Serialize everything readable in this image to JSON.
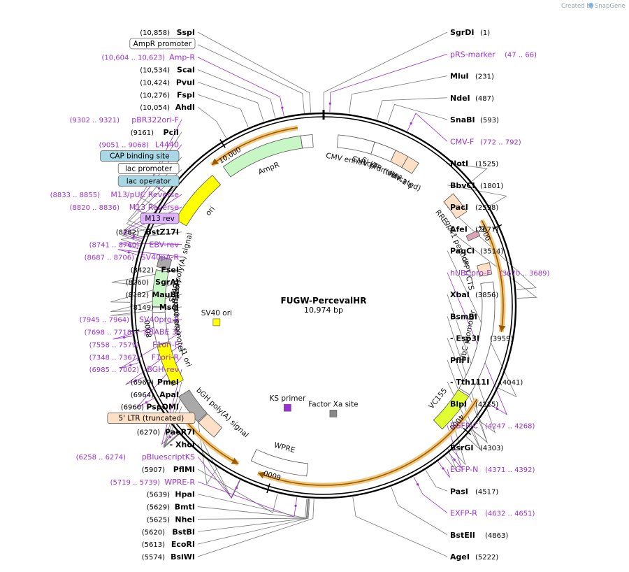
{
  "header": {
    "credit_prefix": "Created by",
    "credit_brand": "SnapGene"
  },
  "plasmid": {
    "name": "FUGW-PercevalHR",
    "length_label": "10,974 bp",
    "length": 10974
  },
  "ticks": [
    {
      "bp": 0
    },
    {
      "bp": 2000,
      "label": "2000"
    },
    {
      "bp": 4000,
      "label": "4000"
    },
    {
      "bp": 6000,
      "label": "6000"
    },
    {
      "bp": 8000,
      "label": "8000"
    },
    {
      "bp": 10000,
      "label": "10,000"
    }
  ],
  "annotations": [
    {
      "id": "ampr-promoter",
      "kind": "box",
      "name": "AmpR promoter",
      "pos": "",
      "site": 10800
    },
    {
      "id": "sspi",
      "kind": "enzyme",
      "name": "SspI",
      "pos": "(10,858)",
      "site": 10858
    },
    {
      "id": "sgrdi",
      "kind": "enzyme",
      "name": "SgrDI",
      "pos": "(1)",
      "site": 1
    },
    {
      "id": "prs-marker",
      "kind": "primer",
      "name": "pRS-marker",
      "pos": "(47 .. 66)",
      "site": 56
    },
    {
      "id": "amp-r-primer",
      "kind": "primer",
      "name": "Amp-R",
      "pos": "(10,604 .. 10,623)",
      "site": 10614
    },
    {
      "id": "mlui",
      "kind": "enzyme",
      "name": "MluI",
      "pos": "(231)",
      "site": 231
    },
    {
      "id": "ndei",
      "kind": "enzyme",
      "name": "NdeI",
      "pos": "(487)",
      "site": 487
    },
    {
      "id": "scai",
      "kind": "enzyme",
      "name": "ScaI",
      "pos": "(10,534)",
      "site": 10534
    },
    {
      "id": "pvui",
      "kind": "enzyme",
      "name": "PvuI",
      "pos": "(10,424)",
      "site": 10424
    },
    {
      "id": "snabi",
      "kind": "enzyme",
      "name": "SnaBI",
      "pos": "(593)",
      "site": 593
    },
    {
      "id": "fspi",
      "kind": "enzyme",
      "name": "FspI",
      "pos": "(10,276)",
      "site": 10276
    },
    {
      "id": "cmv-f",
      "kind": "primer",
      "name": "CMV-F",
      "pos": "(772 .. 792)",
      "site": 782
    },
    {
      "id": "ahdi",
      "kind": "enzyme",
      "name": "AhdI",
      "pos": "(10,054)",
      "site": 10054
    },
    {
      "id": "noti",
      "kind": "enzyme",
      "name": "NotI",
      "pos": "(1525)",
      "site": 1525
    },
    {
      "id": "pbr322ori-f",
      "kind": "primer",
      "name": "pBR322ori-F",
      "pos": "(9302 .. 9321)",
      "site": 9311
    },
    {
      "id": "pcii",
      "kind": "enzyme",
      "name": "PciI",
      "pos": "(9161)",
      "site": 9161
    },
    {
      "id": "bbvci",
      "kind": "enzyme",
      "name": "BbvCI",
      "pos": "(1801)",
      "site": 1801
    },
    {
      "id": "l4440",
      "kind": "primer",
      "name": "L4440",
      "pos": "(9051 .. 9068)",
      "site": 9059
    },
    {
      "id": "cap-site",
      "kind": "box",
      "name": "CAP binding site",
      "pos": "",
      "site": 8950
    },
    {
      "id": "lac-promoter",
      "kind": "box",
      "name": "lac promoter",
      "pos": "",
      "site": 8920
    },
    {
      "id": "m13-puc-rev",
      "kind": "primer",
      "name": "M13/pUC Reverse",
      "pos": "(8833 .. 8855)",
      "site": 8844
    },
    {
      "id": "lac-operator",
      "kind": "box",
      "name": "lac operator",
      "pos": "",
      "site": 8860
    },
    {
      "id": "m13-reverse",
      "kind": "primer",
      "name": "M13 Reverse",
      "pos": "(8820 .. 8836)",
      "site": 8828
    },
    {
      "id": "m13-rev",
      "kind": "box",
      "name": "M13 rev",
      "pos": "",
      "site": 8815
    },
    {
      "id": "bstz17i",
      "kind": "enzyme",
      "name": "BstZ17I",
      "pos": "(8782)",
      "site": 8782
    },
    {
      "id": "ebv-rev",
      "kind": "primer",
      "name": "EBV-rev",
      "pos": "(8741 .. 8760)",
      "site": 8750
    },
    {
      "id": "sv40pa-r",
      "kind": "primer",
      "name": "SV40pA-R",
      "pos": "(8687 .. 8706)",
      "site": 8696
    },
    {
      "id": "paci",
      "kind": "enzyme",
      "name": "PacI",
      "pos": "(2598)",
      "site": 2598
    },
    {
      "id": "afei",
      "kind": "enzyme",
      "name": "AfeI",
      "pos": "(2677)",
      "site": 2677
    },
    {
      "id": "fsei",
      "kind": "enzyme",
      "name": "FseI",
      "pos": "(8422)",
      "site": 8422
    },
    {
      "id": "sgrai",
      "kind": "enzyme",
      "name": "SgrAI",
      "pos": "(8260)",
      "site": 8260
    },
    {
      "id": "maubi",
      "kind": "enzyme",
      "name": "MauBI",
      "pos": "(8182)",
      "site": 8182
    },
    {
      "id": "msci",
      "kind": "enzyme",
      "name": "MscI",
      "pos": "(8149)",
      "site": 8149
    },
    {
      "id": "sv40pro-f",
      "kind": "primer",
      "name": "SV40pro-F",
      "pos": "(7945 .. 7964)",
      "site": 7954
    },
    {
      "id": "pbabe3",
      "kind": "primer",
      "name": "pBABE 3'",
      "pos": "(7698 .. 7718)",
      "site": 7708
    },
    {
      "id": "f1ori-f",
      "kind": "primer",
      "name": "F1ori-F",
      "pos": "(7558 .. 7579)",
      "site": 7568
    },
    {
      "id": "paqci",
      "kind": "enzyme",
      "name": "PaqCI",
      "pos": "(3514)",
      "site": 3514
    },
    {
      "id": "hubcpro-f",
      "kind": "primer",
      "name": "hUBCpro-F",
      "pos": "(3670 .. 3689)",
      "site": 3680
    },
    {
      "id": "f1ori-r",
      "kind": "primer",
      "name": "F1ori-R",
      "pos": "(7348 .. 7367)",
      "site": 7357
    },
    {
      "id": "xbai",
      "kind": "enzyme",
      "name": "XbaI",
      "pos": "(3856)",
      "site": 3856
    },
    {
      "id": "bsmbi",
      "kind": "enzyme",
      "name": "BsmBI",
      "pos": "",
      "site": 3959
    },
    {
      "id": "esp3i",
      "kind": "enzyme",
      "name": "- Esp3I",
      "pos": "(3959)",
      "site": 3959
    },
    {
      "id": "bgh-rev",
      "kind": "primer",
      "name": "BGH-rev",
      "pos": "(6985 .. 7002)",
      "site": 6993
    },
    {
      "id": "pflfi",
      "kind": "enzyme",
      "name": "PflFI",
      "pos": "",
      "site": 4041
    },
    {
      "id": "tth111i",
      "kind": "enzyme",
      "name": "- Tth111I",
      "pos": "(4041)",
      "site": 4041
    },
    {
      "id": "pmei",
      "kind": "enzyme",
      "name": "PmeI",
      "pos": "(6969)",
      "site": 6969
    },
    {
      "id": "blpi",
      "kind": "enzyme",
      "name": "BlpI",
      "pos": "(4215)",
      "site": 4215
    },
    {
      "id": "apai",
      "kind": "enzyme",
      "name": "ApaI",
      "pos": "(6964)",
      "site": 6964
    },
    {
      "id": "egfp-c",
      "kind": "primer",
      "name": "EGFP-C",
      "pos": "(4247 .. 4268)",
      "site": 4257
    },
    {
      "id": "pspomi",
      "kind": "enzyme",
      "name": "PspOMI",
      "pos": "(6960)",
      "site": 6960
    },
    {
      "id": "ltr-trunc-box",
      "kind": "box",
      "name": "5' LTR (truncated)",
      "pos": "",
      "site": 6500
    },
    {
      "id": "bsrgi",
      "kind": "enzyme",
      "name": "BsrGI",
      "pos": "(4303)",
      "site": 4303
    },
    {
      "id": "pbluescriptks",
      "kind": "primer",
      "name": "pBluescriptKS",
      "pos": "(6258 .. 6274)",
      "site": 6266
    },
    {
      "id": "egfp-n",
      "kind": "primer",
      "name": "EGFP-N",
      "pos": "(4371 .. 4392)",
      "site": 4381
    },
    {
      "id": "paer7i",
      "kind": "enzyme",
      "name": "PaeR7I",
      "pos": "(6270)",
      "site": 6270
    },
    {
      "id": "xhoi",
      "kind": "enzyme",
      "name": "- XhoI",
      "pos": "",
      "site": 6270
    },
    {
      "id": "pasi",
      "kind": "enzyme",
      "name": "PasI",
      "pos": "(4517)",
      "site": 4517
    },
    {
      "id": "pflmi",
      "kind": "enzyme",
      "name": "PflMI",
      "pos": "(5907)",
      "site": 5907
    },
    {
      "id": "egfp-r",
      "kind": "primer",
      "name": "EXFP-R",
      "pos": "(4632 .. 4651)",
      "site": 4641
    },
    {
      "id": "wpre-r",
      "kind": "primer",
      "name": "WPRE-R",
      "pos": "(5719 .. 5739)",
      "site": 5729
    },
    {
      "id": "bsteii",
      "kind": "enzyme",
      "name": "BstEII",
      "pos": "(4863)",
      "site": 4863
    },
    {
      "id": "hpai",
      "kind": "enzyme",
      "name": "HpaI",
      "pos": "(5639)",
      "site": 5639
    },
    {
      "id": "bmti",
      "kind": "enzyme",
      "name": "BmtI",
      "pos": "(5629)",
      "site": 5629
    },
    {
      "id": "nhei",
      "kind": "enzyme",
      "name": "NheI",
      "pos": "(5625)",
      "site": 5625
    },
    {
      "id": "agei",
      "kind": "enzyme",
      "name": "AgeI",
      "pos": "(5222)",
      "site": 5222
    },
    {
      "id": "bstbi",
      "kind": "enzyme",
      "name": "BstBI",
      "pos": "(5620)",
      "site": 5620
    },
    {
      "id": "ecori",
      "kind": "enzyme",
      "name": "EcoRI",
      "pos": "(5613)",
      "site": 5613
    },
    {
      "id": "bsiwi",
      "kind": "enzyme",
      "name": "BsiWI",
      "pos": "(5574)",
      "site": 5574
    }
  ],
  "features": [
    {
      "id": "cmv-enhancer",
      "label": "CMV enhancer",
      "start": 150,
      "end": 530,
      "color": "#ffffff",
      "dir": 1
    },
    {
      "id": "cmv-promoter",
      "label": "CMV promoter",
      "start": 530,
      "end": 760,
      "color": "#ffffff",
      "dir": 1
    },
    {
      "id": "hiv-psi",
      "label": "HIV-1 ψ",
      "start": 900,
      "end": 1030,
      "color": "#fde0c5",
      "dir": 0
    },
    {
      "id": "ltr-truncated",
      "label": "5' LTR (truncated)",
      "start": 760,
      "end": 900,
      "color": "#fde0c5",
      "dir": 0
    },
    {
      "id": "rre",
      "label": "RRE",
      "start": 1500,
      "end": 1730,
      "color": "#fde0c5",
      "dir": 0
    },
    {
      "id": "gp41",
      "label": "gp41 peptide",
      "start": 1950,
      "end": 2010,
      "color": "#d8a5b5",
      "dir": 1
    },
    {
      "id": "cppt",
      "label": "cPPT/CTS",
      "start": 2300,
      "end": 2420,
      "color": "#fde0c5",
      "dir": 0
    },
    {
      "id": "ubc-promoter",
      "label": "UbC promoter",
      "start": 2500,
      "end": 3700,
      "color": "#ffffff",
      "dir": 1
    },
    {
      "id": "vc155",
      "label": "VC155",
      "start": 3720,
      "end": 4150,
      "color": "#dfff33",
      "dir": 1
    },
    {
      "id": "wpre",
      "label": "WPRE",
      "start": 5660,
      "end": 6250,
      "color": "#ffffff",
      "dir": 1
    },
    {
      "id": "bgh-polya",
      "label": "bGH poly(A) signal",
      "start": 6700,
      "end": 6920,
      "color": "#fde0c5",
      "dir": 0
    },
    {
      "id": "f1-ori-gray",
      "label": "",
      "start": 6930,
      "end": 7250,
      "color": "#a9a9a9",
      "dir": 0
    },
    {
      "id": "f1-ori",
      "label": "f1 ori",
      "start": 7380,
      "end": 7820,
      "color": "#ffff00",
      "dir": -1
    },
    {
      "id": "sv40-promoter",
      "label": "SV40 promoter",
      "start": 7830,
      "end": 8160,
      "color": "#ffffff",
      "dir": -1
    },
    {
      "id": "em7",
      "label": "EM7 promoter",
      "start": 8160,
      "end": 8210,
      "color": "#ffffff",
      "dir": -1
    },
    {
      "id": "bleor",
      "label": "BleoR",
      "start": 8220,
      "end": 8600,
      "color": "#c8f7c5",
      "dir": -1
    },
    {
      "id": "sv40pa",
      "label": "SV40 poly(A) signal",
      "start": 8630,
      "end": 8740,
      "color": "#a9a9a9",
      "dir": 0
    },
    {
      "id": "ori",
      "label": "ori",
      "start": 9150,
      "end": 9740,
      "color": "#ffff00",
      "dir": -1
    },
    {
      "id": "ampr",
      "label": "AmpR",
      "start": 9880,
      "end": 10740,
      "color": "#c8f7c5",
      "dir": -1
    },
    {
      "id": "ampr-prom",
      "label": "",
      "start": 10740,
      "end": 10860,
      "color": "#ffffff",
      "dir": -1
    }
  ],
  "inner_features": [
    {
      "id": "sv40-ori",
      "label": "SV40 ori",
      "start": 7960,
      "end": 8000,
      "color": "#ffff00"
    },
    {
      "id": "factor-xa",
      "label": "Factor Xa site",
      "start": 5330,
      "end": 5360,
      "color": "#888888"
    },
    {
      "id": "ks-primer",
      "label": "KS primer",
      "start": 6080,
      "end": 6110,
      "color": "#9b30d0"
    }
  ],
  "orf_arcs": [
    {
      "id": "orf-1",
      "start": 1880,
      "end": 3000,
      "dir": 1
    },
    {
      "id": "orf-2",
      "start": 3700,
      "end": 6140,
      "dir": 1
    },
    {
      "id": "orf-3",
      "start": 6350,
      "end": 7020,
      "dir": -1
    },
    {
      "id": "orf-4",
      "start": 9800,
      "end": 10720,
      "dir": -1
    }
  ]
}
